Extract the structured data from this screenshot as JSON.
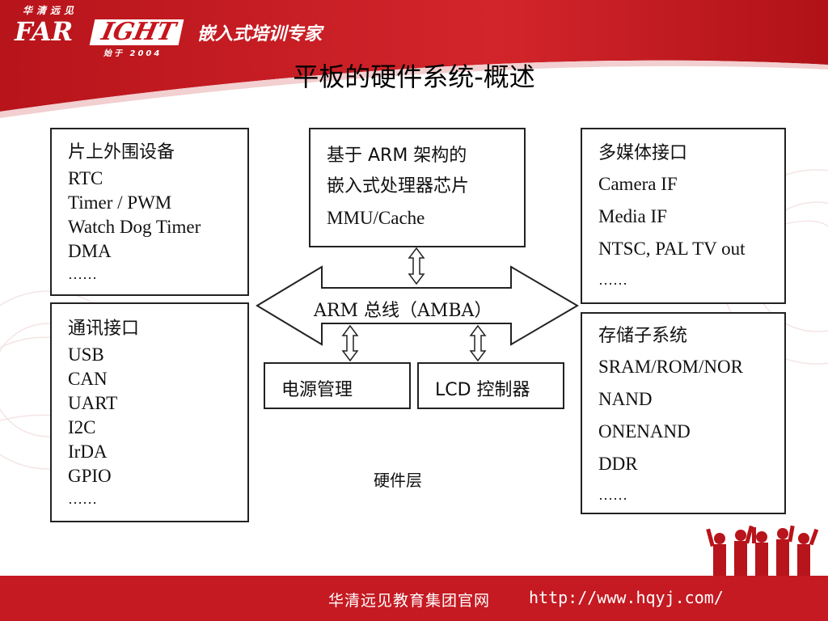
{
  "header": {
    "brand_cn": "华清远见",
    "brand_far": "FAR",
    "brand_ight": "IGHT",
    "brand_since": "始于 2004",
    "slogan": "嵌入式培训专家"
  },
  "title": "平板的硬件系统-概述",
  "diagram": {
    "peripherals": {
      "title": "片上外围设备",
      "items": [
        "RTC",
        "Timer / PWM",
        "Watch Dog Timer",
        "DMA",
        "……"
      ]
    },
    "processor": {
      "title": "基于 ARM 架构的",
      "subtitle": "嵌入式处理器芯片",
      "items": [
        "MMU/Cache"
      ]
    },
    "multimedia": {
      "title": "多媒体接口",
      "items": [
        "Camera IF",
        "Media IF",
        "NTSC, PAL TV out",
        "……"
      ]
    },
    "communication": {
      "title": "通讯接口",
      "items": [
        "USB",
        "CAN",
        "UART",
        "I2C",
        "IrDA",
        "GPIO",
        "……"
      ]
    },
    "storage": {
      "title": "存储子系统",
      "items": [
        "SRAM/ROM/NOR",
        "NAND",
        "ONENAND",
        "DDR",
        "……"
      ]
    },
    "power": {
      "label": "电源管理"
    },
    "lcd": {
      "label": "LCD 控制器"
    },
    "bus": {
      "label": "ARM 总线（AMBA）"
    },
    "layer_label": "硬件层"
  },
  "footer": {
    "org": "华清远见教育集团官网",
    "url": "http://www.hqyj.com/"
  },
  "colors": {
    "brand_red": "#c7141c",
    "footer_red": "#c51a22"
  }
}
